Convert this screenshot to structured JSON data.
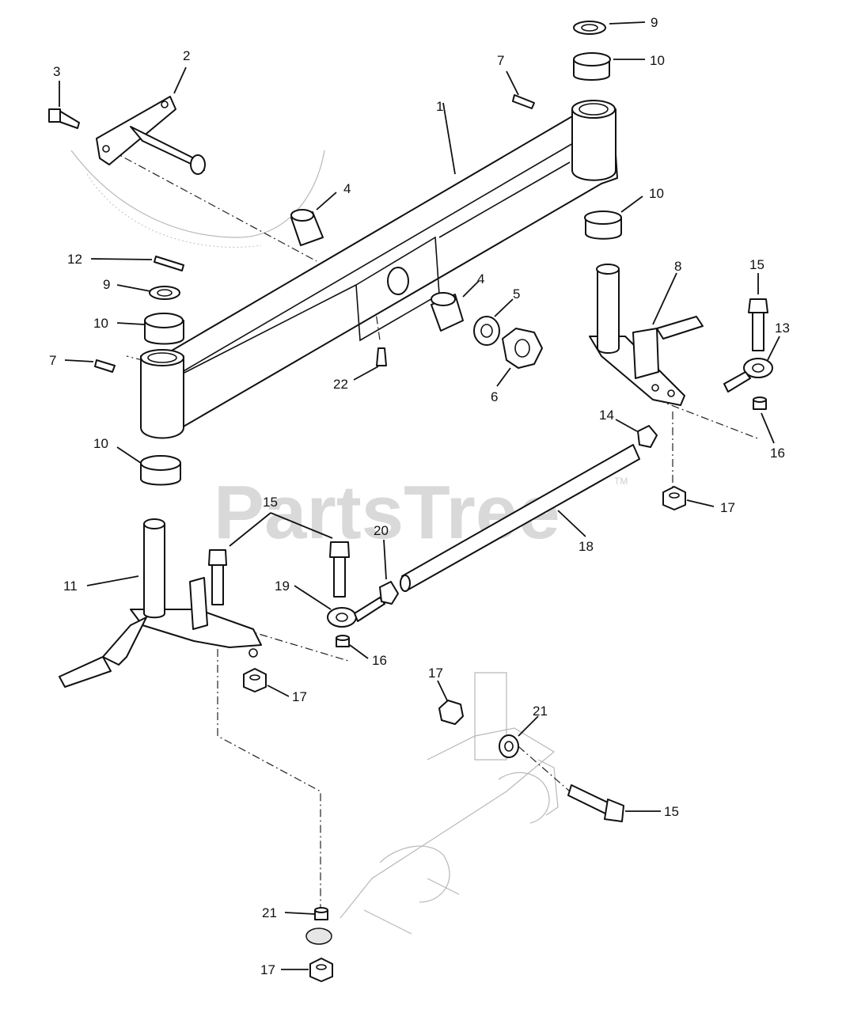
{
  "watermark": {
    "text": "PartsTree",
    "mark": "TM"
  },
  "callouts": {
    "c1": "1",
    "c2": "2",
    "c3": "3",
    "c4a": "4",
    "c4b": "4",
    "c5": "5",
    "c6": "6",
    "c7a": "7",
    "c7b": "7",
    "c8": "8",
    "c9a": "9",
    "c9b": "9",
    "c10a": "10",
    "c10b": "10",
    "c10c": "10",
    "c10d": "10",
    "c11": "11",
    "c12": "12",
    "c13": "13",
    "c14": "14",
    "c15a": "15",
    "c15b": "15",
    "c15c": "15",
    "c16a": "16",
    "c16b": "16",
    "c17a": "17",
    "c17b": "17",
    "c17c": "17",
    "c17d": "17",
    "c18": "18",
    "c19": "19",
    "c20": "20",
    "c21a": "21",
    "c21b": "21",
    "c22": "22"
  }
}
